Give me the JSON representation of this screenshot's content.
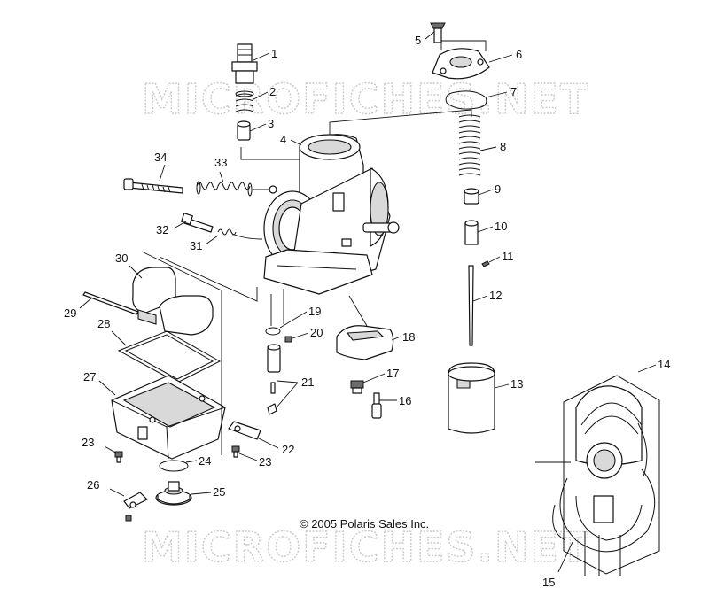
{
  "watermark": {
    "text": "MICROFICHES.NET"
  },
  "copyright": "© 2005 Polaris Sales Inc.",
  "callouts": [
    {
      "id": 1,
      "label": "1"
    },
    {
      "id": 2,
      "label": "2"
    },
    {
      "id": 3,
      "label": "3"
    },
    {
      "id": 4,
      "label": "4"
    },
    {
      "id": 5,
      "label": "5"
    },
    {
      "id": 6,
      "label": "6"
    },
    {
      "id": 7,
      "label": "7"
    },
    {
      "id": 8,
      "label": "8"
    },
    {
      "id": 9,
      "label": "9"
    },
    {
      "id": 10,
      "label": "10"
    },
    {
      "id": 11,
      "label": "11"
    },
    {
      "id": 12,
      "label": "12"
    },
    {
      "id": 13,
      "label": "13"
    },
    {
      "id": 14,
      "label": "14"
    },
    {
      "id": 15,
      "label": "15"
    },
    {
      "id": 16,
      "label": "16"
    },
    {
      "id": 17,
      "label": "17"
    },
    {
      "id": 18,
      "label": "18"
    },
    {
      "id": 19,
      "label": "19"
    },
    {
      "id": 20,
      "label": "20"
    },
    {
      "id": 21,
      "label": "21"
    },
    {
      "id": 22,
      "label": "22"
    },
    {
      "id": 23,
      "label": "23"
    },
    {
      "id": 23,
      "label": "23"
    },
    {
      "id": 24,
      "label": "24"
    },
    {
      "id": 25,
      "label": "25"
    },
    {
      "id": 26,
      "label": "26"
    },
    {
      "id": 27,
      "label": "27"
    },
    {
      "id": 28,
      "label": "28"
    },
    {
      "id": 29,
      "label": "29"
    },
    {
      "id": 30,
      "label": "30"
    },
    {
      "id": 31,
      "label": "31"
    },
    {
      "id": 32,
      "label": "32"
    },
    {
      "id": 33,
      "label": "33"
    },
    {
      "id": 34,
      "label": "34"
    }
  ]
}
